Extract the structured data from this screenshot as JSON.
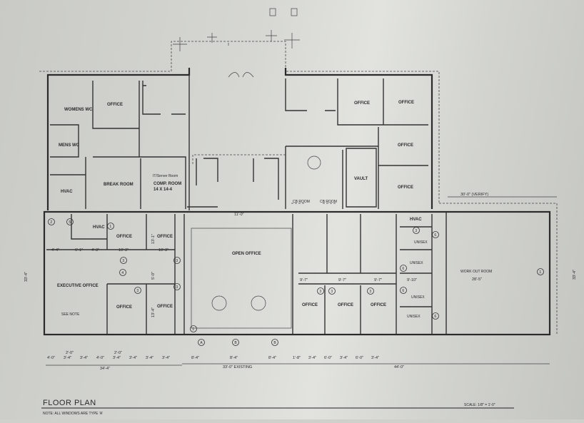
{
  "title": "FLOOR PLAN",
  "note": "NOTE: ALL WINDOWS ARE TYPE 'A'",
  "scale": "SCALE: 1/8\" = 1'-0\"",
  "rooms": {
    "womens_wc": "WOMENS WC",
    "mens_wc": "MENS WC",
    "office_nw": "OFFICE",
    "hvac_nw": "HVAC",
    "break_room": "BREAK ROOM",
    "it_server": "IT/Server Room",
    "comp_room": "COMP. ROOM",
    "comp_room_size": "14 X 14-4",
    "office_ne1": "OFFICE",
    "office_ne2": "OFFICE",
    "office_ne3": "OFFICE",
    "office_ne4": "OFFICE",
    "vault": "VAULT",
    "cb_room_1": "CB ROOM",
    "cb_room_2": "CB ROOM",
    "hvac_sw": "HVAC",
    "office_sw1": "OFFICE",
    "office_sw2": "OFFICE",
    "executive_office": "EXECUTIVE OFFICE",
    "see_note": "SEE NOTE",
    "office_sw3": "OFFICE",
    "office_sw4": "OFFICE",
    "open_office": "OPEN OFFICE",
    "office_s1": "OFFICE",
    "office_s2": "OFFICE",
    "office_s3": "OFFICE",
    "hvac_se": "HVAC",
    "unisex_1": "UNISEX",
    "unisex_2": "UNISEX",
    "unisex_3": "UNISEX",
    "unisex_4": "UNISEX",
    "work_out_room": "WORK OUT ROOM"
  },
  "dimensions": {
    "verify": "30'-0\" (VERIFY)",
    "open_office_width": "11'-0\"",
    "left_height": "33'-4\"",
    "right_height": "33'-4\"",
    "bottom_left": "34'-4\"",
    "bottom_center": "33'-0\" EXISTING",
    "bottom_right": "44'-0\"",
    "workout_width": "28'-5\"",
    "d_4_4": "4'-4\"",
    "d_6_1": "6'-1\"",
    "d_4_3": "4'-3\"",
    "d_10_3a": "10'-3\"",
    "d_10_3b": "10'-3\"",
    "d_13_1": "13'-1\"",
    "d_13_4": "13'-4\"",
    "d_5_0": "5'-0\"",
    "d_9_7a": "9'-7\"",
    "d_9_7b": "9'-7\"",
    "d_9_7c": "9'-7\"",
    "d_9_10": "9'-10\"",
    "bottom_small": [
      "4'-0\"",
      "3'-4\"",
      "3'-4\"",
      "4'-0\"",
      "3'-4\"",
      "3'-4\"",
      "3'-4\"",
      "3'-4\""
    ],
    "bottom_small_upper": [
      "2'-0\"",
      "2'-0\""
    ],
    "bottom_mid": [
      "8'-4\"",
      "8'-4\"",
      "8'-4\""
    ],
    "bottom_right_small": [
      "1'-8\"",
      "3'-4\"",
      "6'-0\"",
      "3'-4\"",
      "6'-0\"",
      "3'-4\""
    ]
  },
  "door_tags": [
    "1",
    "2",
    "3",
    "4",
    "5",
    "6"
  ],
  "window_tags": [
    "A",
    "B",
    "B"
  ]
}
